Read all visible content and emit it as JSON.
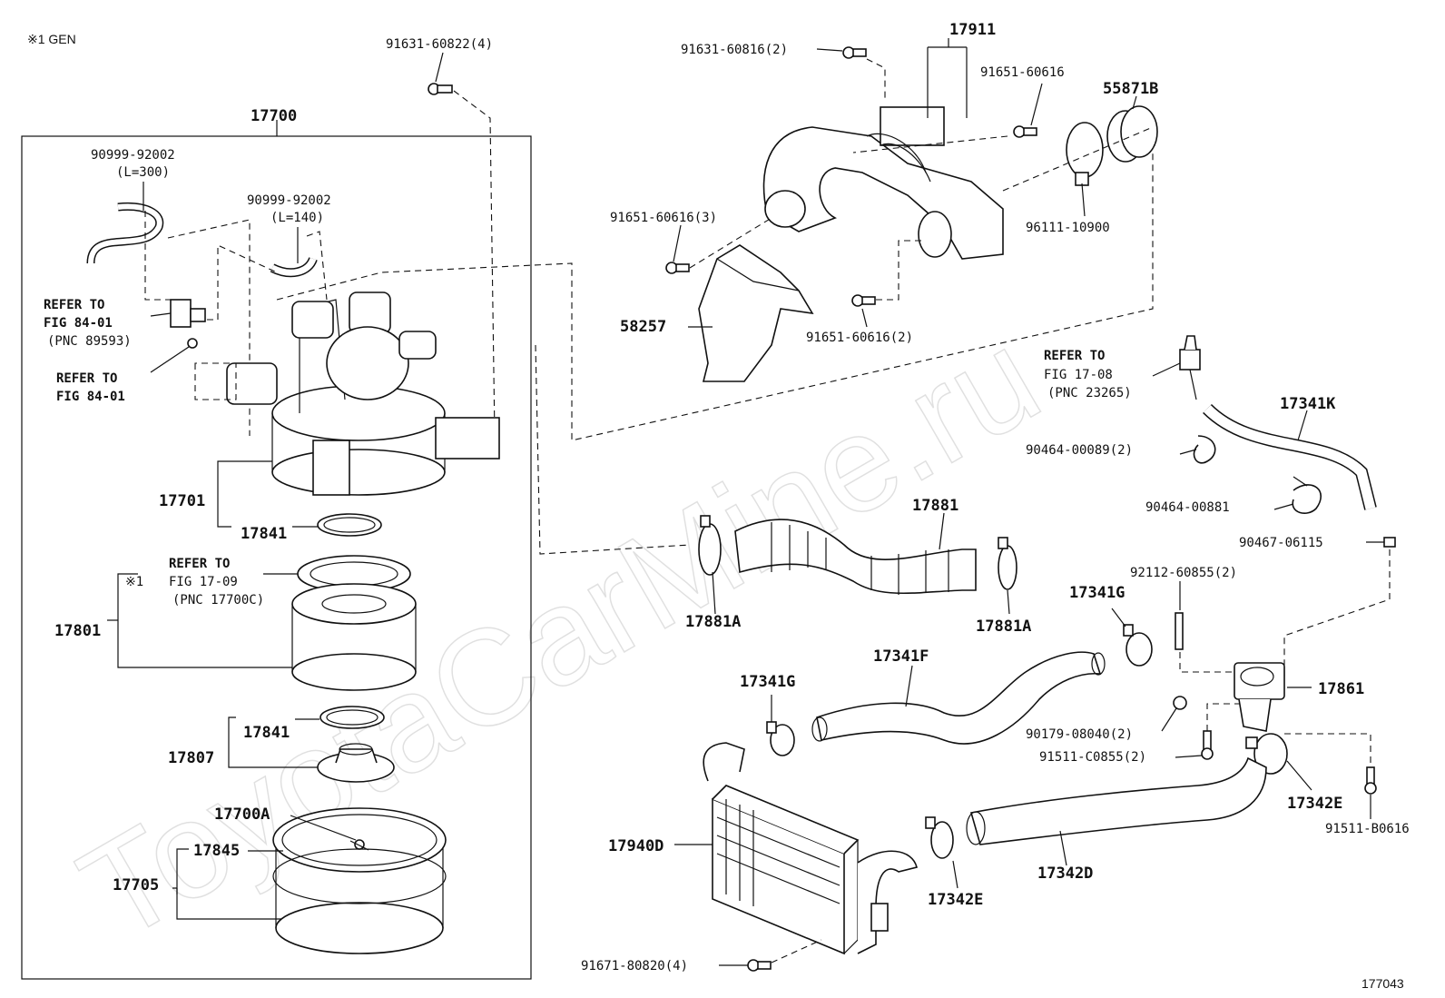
{
  "header": {
    "note": "※1  GEN",
    "figure_code": "177043"
  },
  "watermark": "ToyotaCarMine.ru",
  "labels": {
    "p91631_60822": "91631-60822(4)",
    "p17700": "17700",
    "p90999_92002_a": "90999-92002",
    "p_l300": "(L=300)",
    "p90999_92002_b": "90999-92002",
    "p_l140": "(L=140)",
    "refer1_a": "REFER TO",
    "refer1_b": "FIG 84-01",
    "refer1_c": "(PNC 89593)",
    "refer2_a": "REFER TO",
    "refer2_b": "FIG 84-01",
    "p17701": "17701",
    "p17841_top": "17841",
    "refer3_a": "REFER TO",
    "refer3_mark": "※1",
    "refer3_b": "FIG 17-09",
    "refer3_c": "(PNC 17700C)",
    "p17801": "17801",
    "p17841_bot": "17841",
    "p17807": "17807",
    "p17700a": "17700A",
    "p17845": "17845",
    "p17705": "17705",
    "p91631_60816": "91631-60816(2)",
    "p17911": "17911",
    "p91651_60616": "91651-60616",
    "p55871b": "55871B",
    "p96111_10900": "96111-10900",
    "p91651_60616_3": "91651-60616(3)",
    "p58257": "58257",
    "p91651_60616_2": "91651-60616(2)",
    "refer4_a": "REFER TO",
    "refer4_b": "FIG 17-08",
    "refer4_c": "(PNC 23265)",
    "p17341k": "17341K",
    "p90464_00089": "90464-00089(2)",
    "p90464_00881": "90464-00881",
    "p90467_06115": "90467-06115",
    "p17881": "17881",
    "p17881a_left": "17881A",
    "p17881a_right": "17881A",
    "p92112_60855": "92112-60855(2)",
    "p17341g_right": "17341G",
    "p17341f": "17341F",
    "p17341g_left": "17341G",
    "p17861": "17861",
    "p90179_08040": "90179-08040(2)",
    "p91511_c0855": "91511-C0855(2)",
    "p17342e_right": "17342E",
    "p91511_b0616": "91511-B0616",
    "p17940d": "17940D",
    "p17342e_left": "17342E",
    "p17342d": "17342D",
    "p91671_80820": "91671-80820(4)"
  }
}
